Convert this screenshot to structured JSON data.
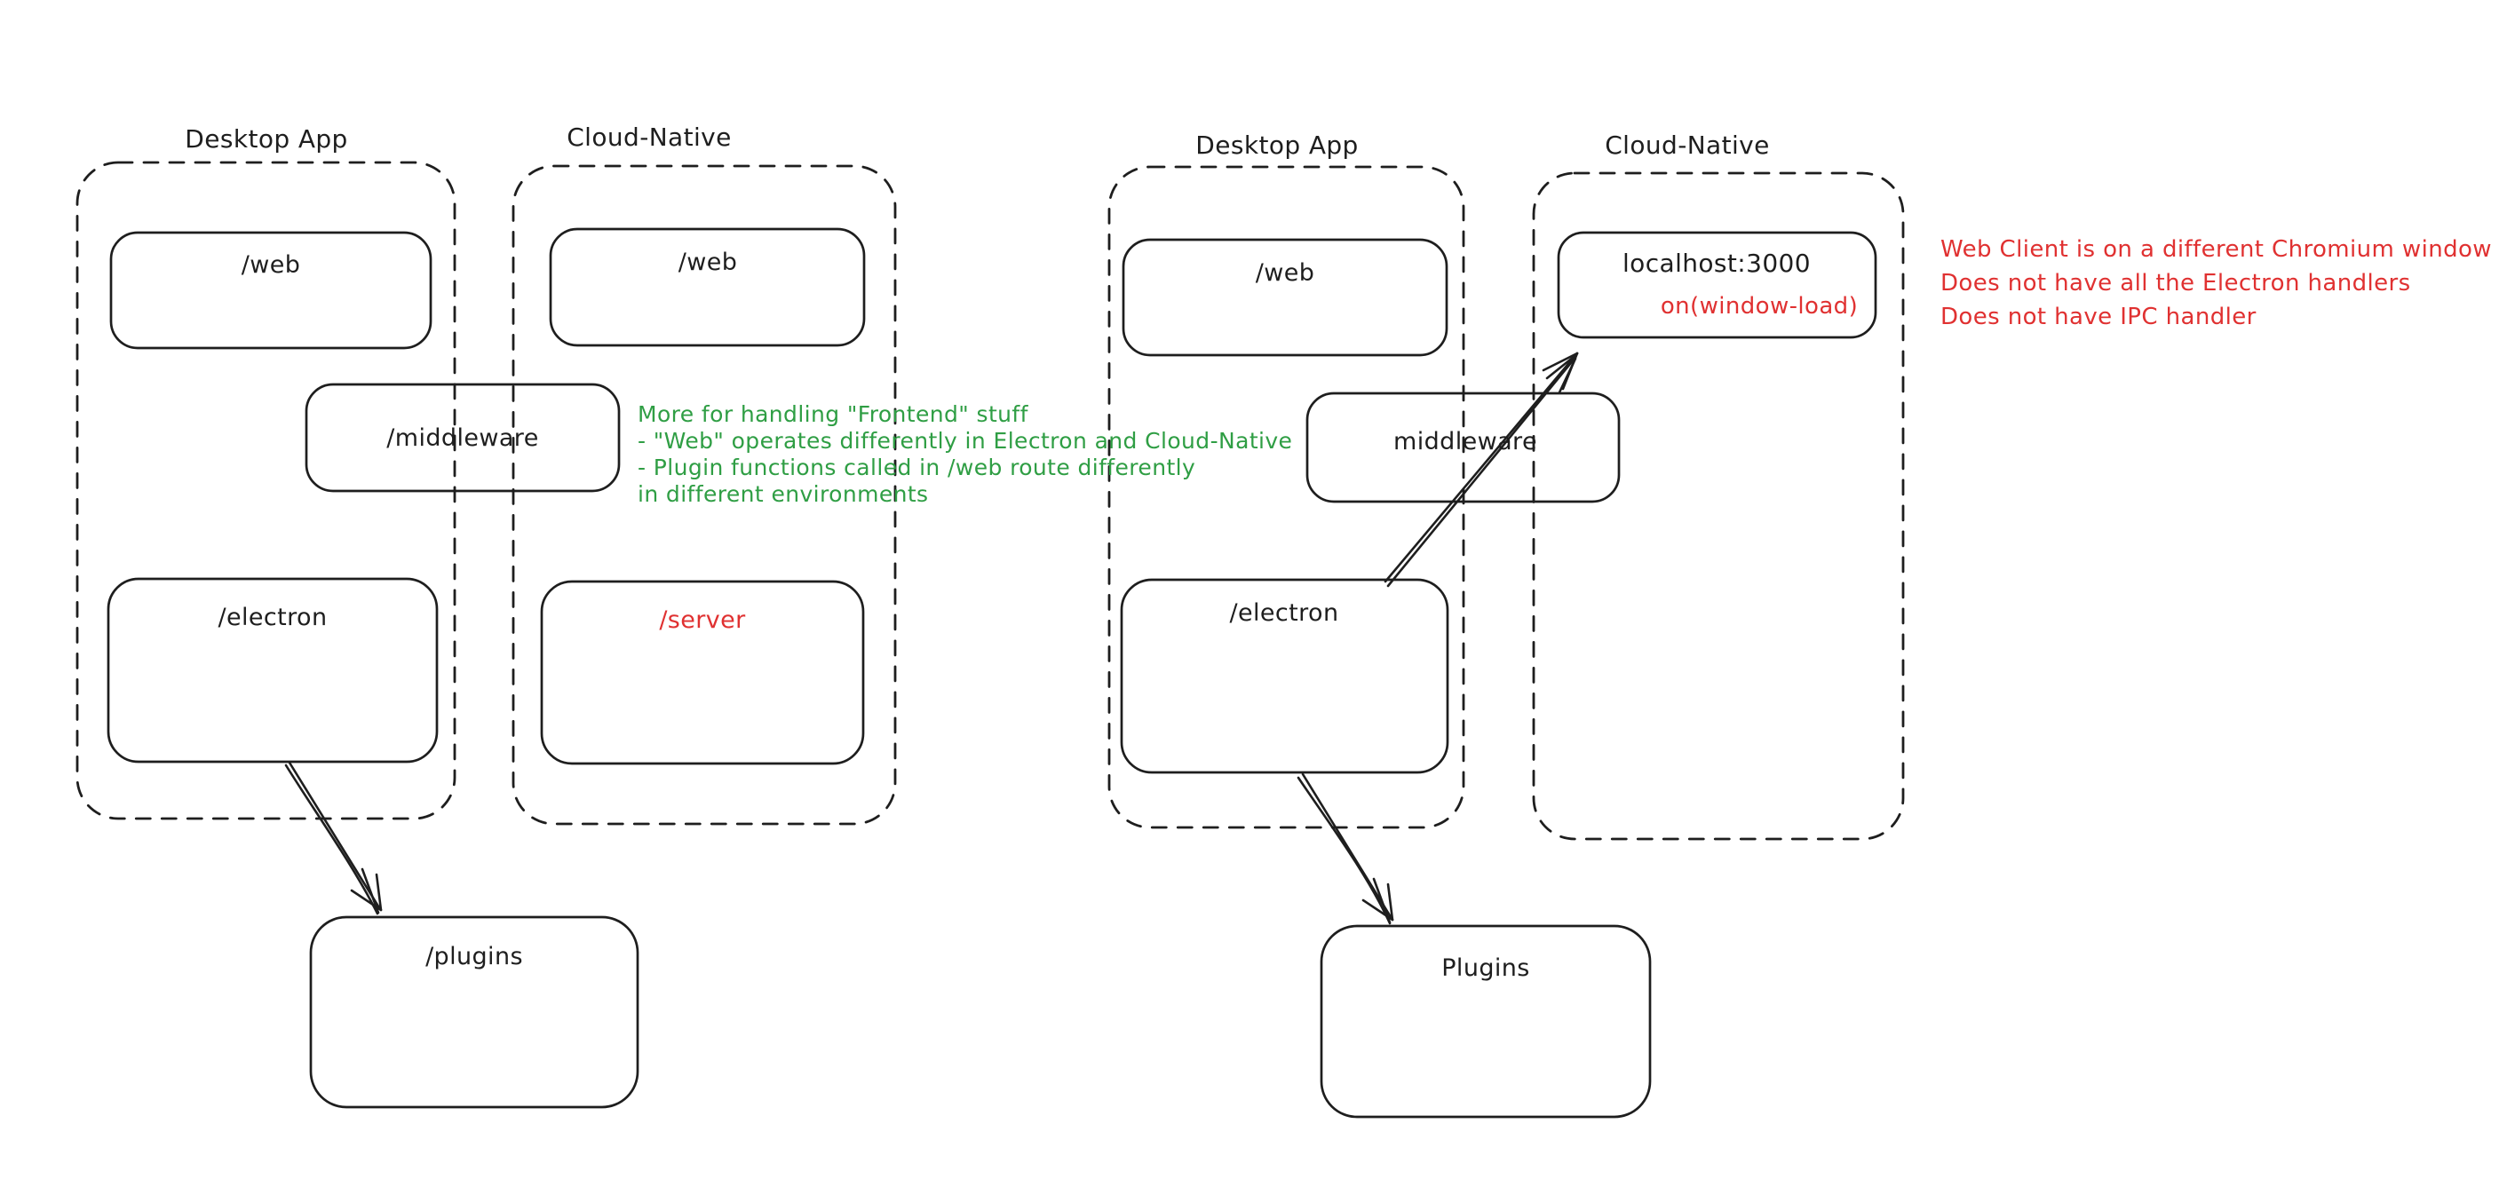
{
  "colors": {
    "ink": "#1e1e1e",
    "red": "#e03131",
    "green": "#2f9e44",
    "background": "#ffffff"
  },
  "left": {
    "desktop_label": "Desktop App",
    "cloud_label": "Cloud-Native",
    "desktop_web_label": "/web",
    "cloud_web_label": "/web",
    "middleware_label": "/middleware",
    "electron_label": "/electron",
    "server_label": "/server",
    "plugins_label": "/plugins",
    "green_note_lines": [
      "More for handling \"Frontend\" stuff",
      "- \"Web\" operates differently in Electron and Cloud-Native",
      "- Plugin functions called in /web route differently",
      "in different environments"
    ]
  },
  "right": {
    "desktop_label": "Desktop App",
    "cloud_label": "Cloud-Native",
    "web_label": "/web",
    "middleware_label": "middleware",
    "electron_label": "/electron",
    "localhost_label": "localhost:3000",
    "localhost_event_label": "on(window-load)",
    "plugins_label": "Plugins",
    "red_note_lines": [
      "Web Client is on a different Chromium window",
      "Does not have all the Electron handlers",
      "Does not have IPC handler"
    ]
  }
}
